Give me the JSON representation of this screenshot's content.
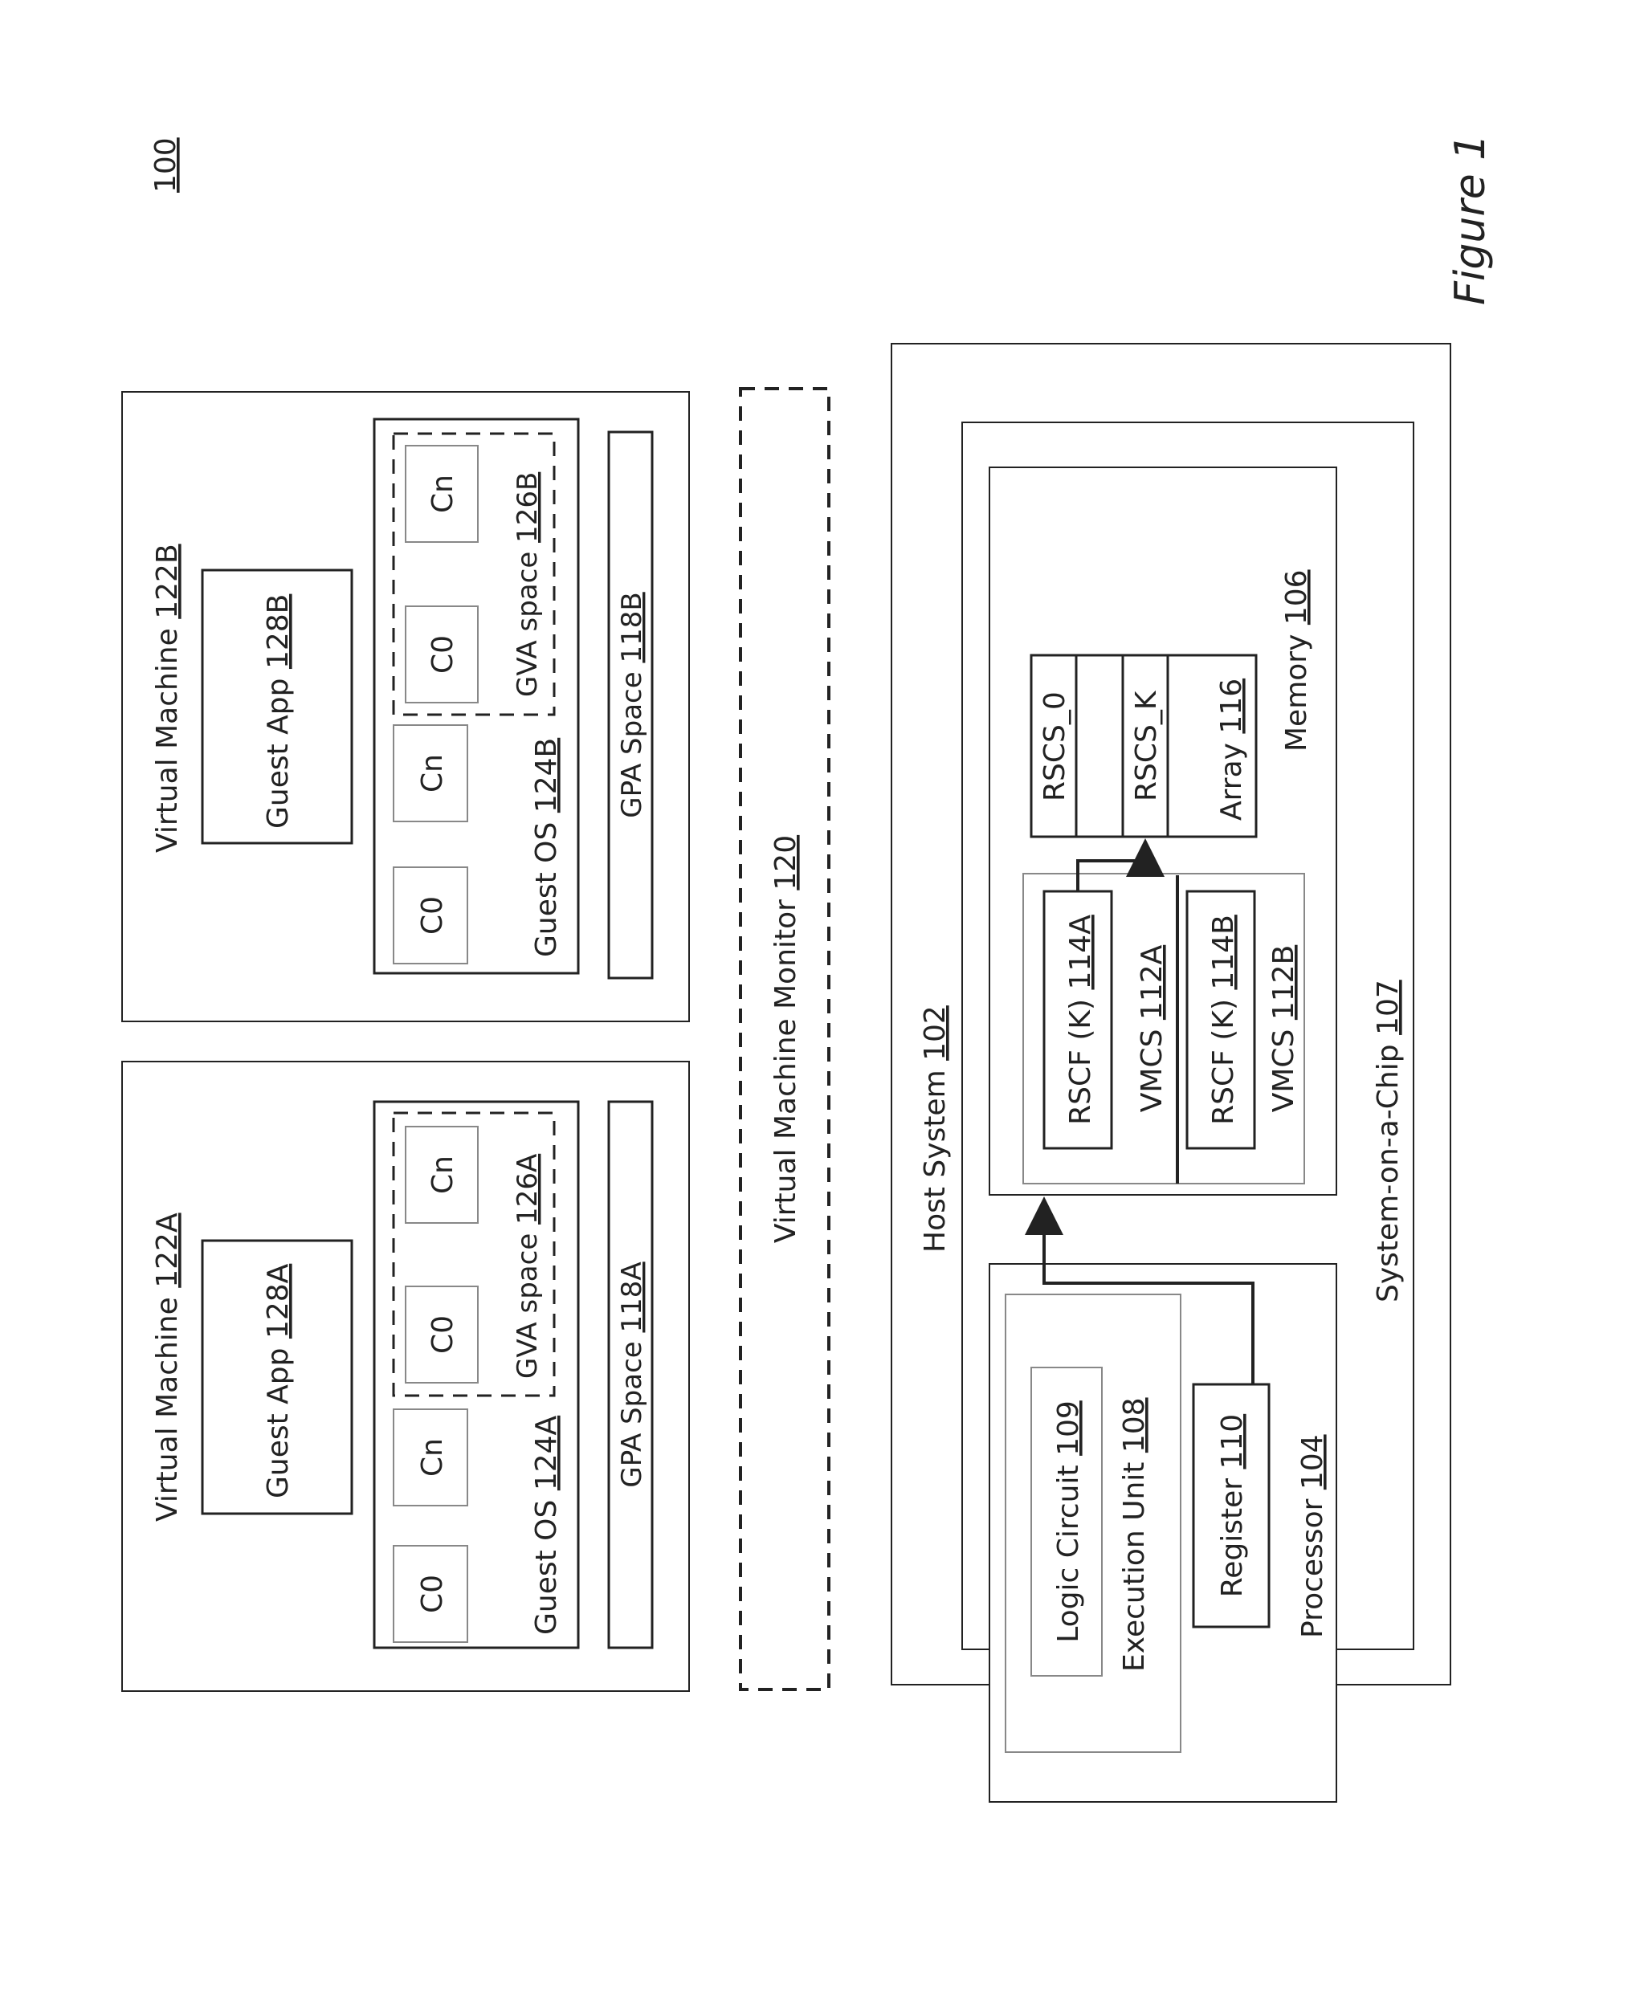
{
  "figure": {
    "ref": "100",
    "caption": "Figure 1"
  },
  "vm_a": {
    "prefix": "Virtual Machine",
    "num": "122A",
    "guest_app": {
      "prefix": "Guest App",
      "num": "128A"
    },
    "guest_os": {
      "prefix": "Guest OS",
      "num": "124A"
    },
    "c0": "C0",
    "cn": "Cn",
    "gva": {
      "prefix": "GVA space",
      "num": "126A",
      "c0": "C0",
      "cn": "Cn"
    },
    "gpa": {
      "prefix": "GPA Space",
      "num": "118A"
    }
  },
  "vm_b": {
    "prefix": "Virtual Machine",
    "num": "122B",
    "guest_app": {
      "prefix": "Guest App",
      "num": "128B"
    },
    "guest_os": {
      "prefix": "Guest OS",
      "num": "124B"
    },
    "c0": "C0",
    "cn": "Cn",
    "gva": {
      "prefix": "GVA space",
      "num": "126B",
      "c0": "C0",
      "cn": "Cn"
    },
    "gpa": {
      "prefix": "GPA Space",
      "num": "118B"
    }
  },
  "vmm": {
    "prefix": "Virtual Machine Monitor",
    "num": "120"
  },
  "host": {
    "prefix": "Host System",
    "num": "102",
    "soc": {
      "prefix": "System-on-a-Chip",
      "num": "107"
    },
    "processor": {
      "prefix": "Processor",
      "num": "104"
    },
    "execution_unit": {
      "prefix": "Execution Unit",
      "num": "108"
    },
    "logic_circuit": {
      "prefix": "Logic Circuit",
      "num": "109"
    },
    "register": {
      "prefix": "Register",
      "num": "110"
    },
    "memory": {
      "prefix": "Memory",
      "num": "106"
    },
    "rscf_a": {
      "prefix": "RSCF (K)",
      "num": "114A"
    },
    "vmcs_a": {
      "prefix": "VMCS",
      "num": "112A"
    },
    "rscf_b": {
      "prefix": "RSCF (K)",
      "num": "114B"
    },
    "vmcs_b": {
      "prefix": "VMCS",
      "num": "112B"
    },
    "array": {
      "prefix": "Array",
      "num": "116",
      "rscs_0": "RSCS_0",
      "rscs_k": "RSCS_K"
    }
  }
}
